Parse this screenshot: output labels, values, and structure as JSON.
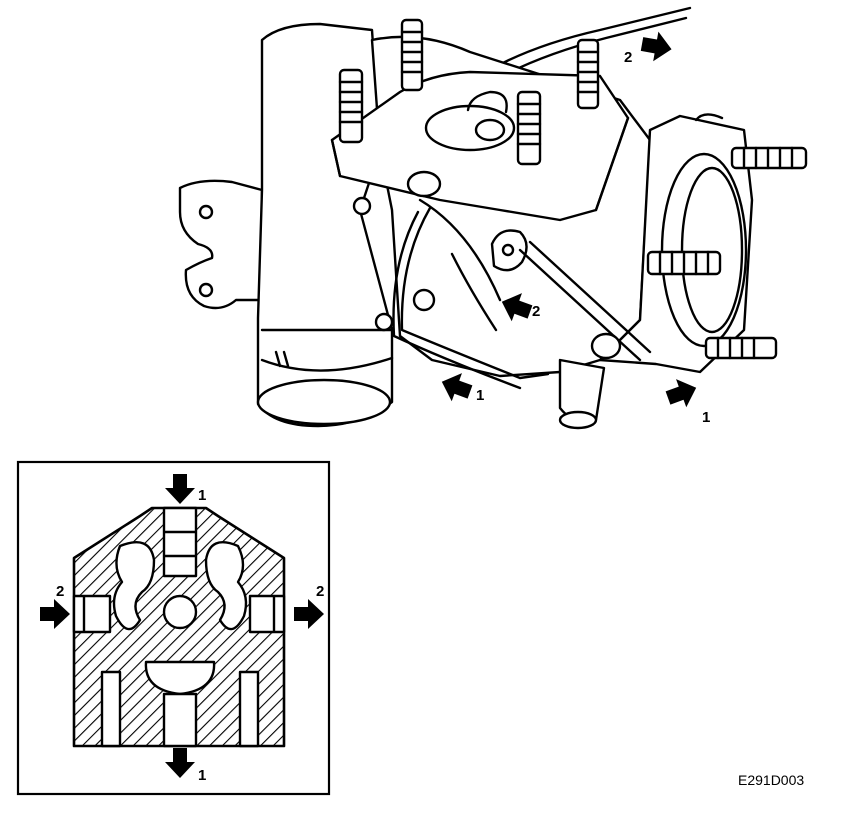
{
  "diagram": {
    "figure_code": "E291D003",
    "callouts": {
      "top_right": "2",
      "mid_center": "2",
      "lower_left": "1",
      "lower_right": "1",
      "inset_top": "1",
      "inset_left": "2",
      "inset_right": "2",
      "inset_bottom": "1"
    },
    "colors": {
      "line": "#000000",
      "background": "#ffffff"
    }
  }
}
